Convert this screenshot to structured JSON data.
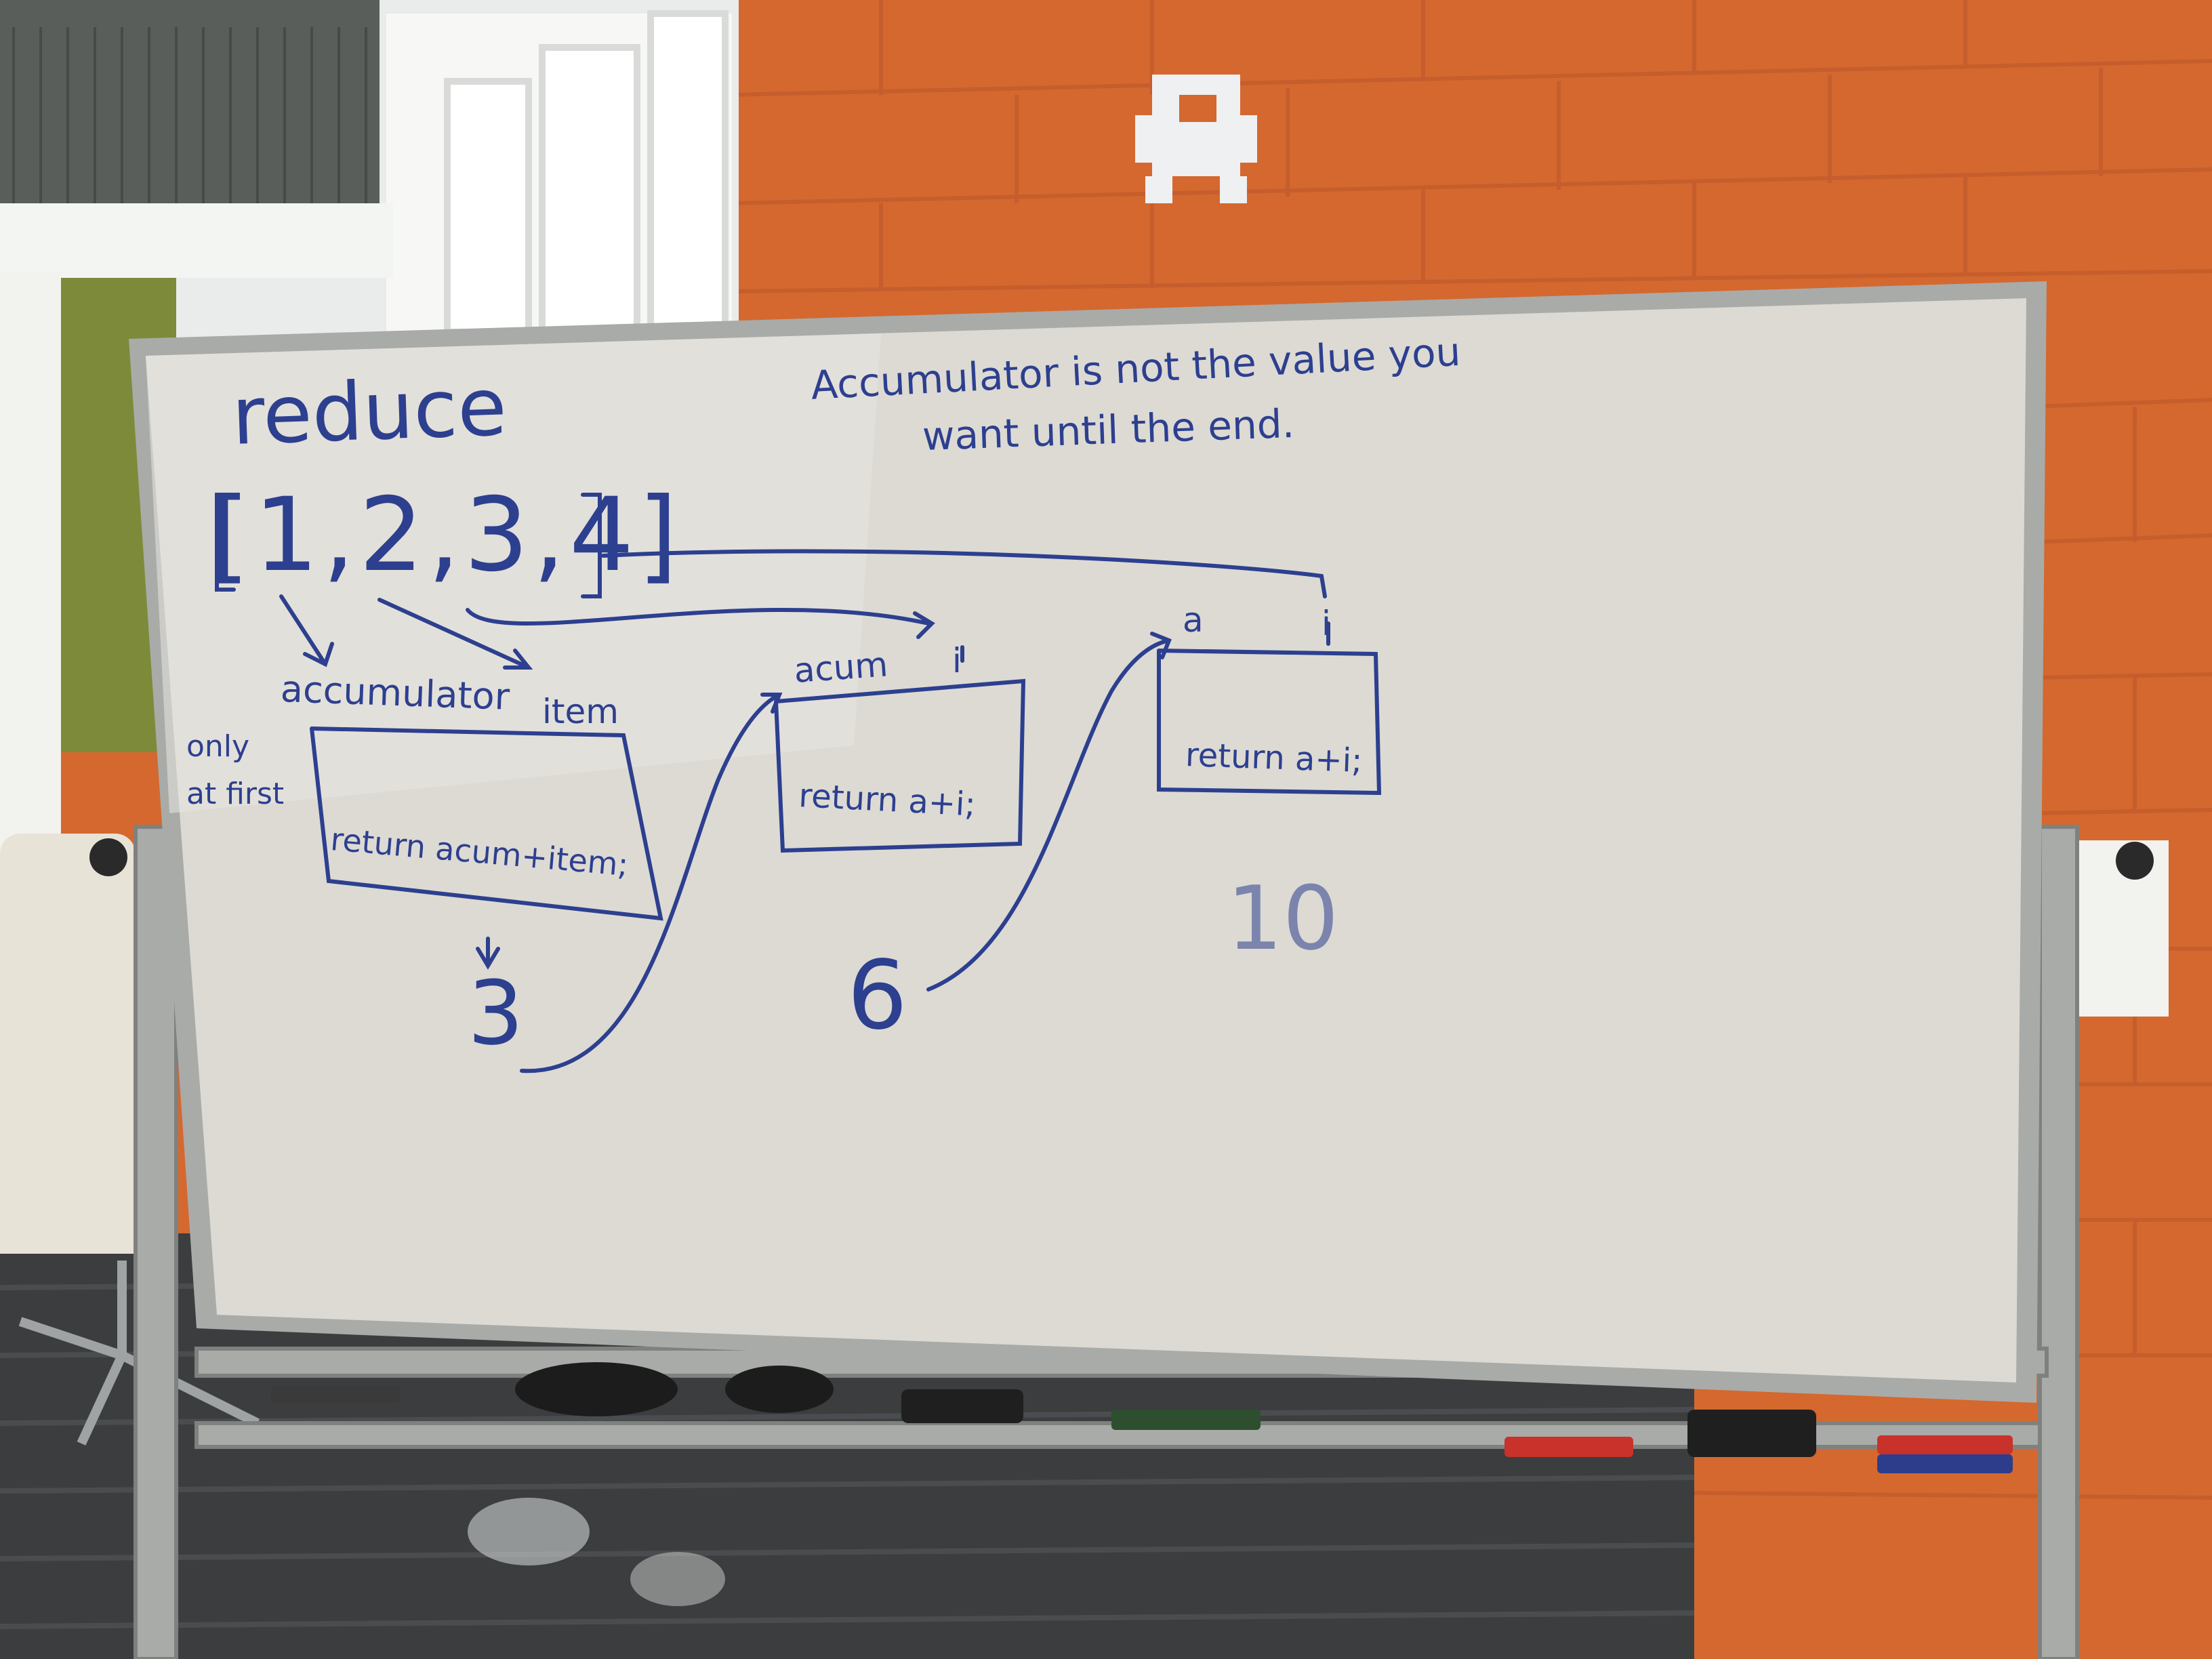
{
  "whiteboard": {
    "title": "reduce",
    "note_line1": "Accumulator is not the value you",
    "note_line2": "want until the end.",
    "array": "[1,2,3,4]",
    "label_accumulator": "accumulator",
    "label_item": "item",
    "label_only": "only",
    "label_at_first": "at first",
    "box1_code": "return acum+item;",
    "result1": "3",
    "label_acum": "acum",
    "label_i_2": "i",
    "box2_code": "return a+i;",
    "result2": "6",
    "label_a": "a",
    "label_i_3": "i",
    "box3_code": "return a+i;",
    "result3": "10"
  },
  "colors": {
    "wall": "#d4682f",
    "board": "#dcdad3",
    "ink": "#2d3f8f",
    "frame": "#a9aba8"
  }
}
